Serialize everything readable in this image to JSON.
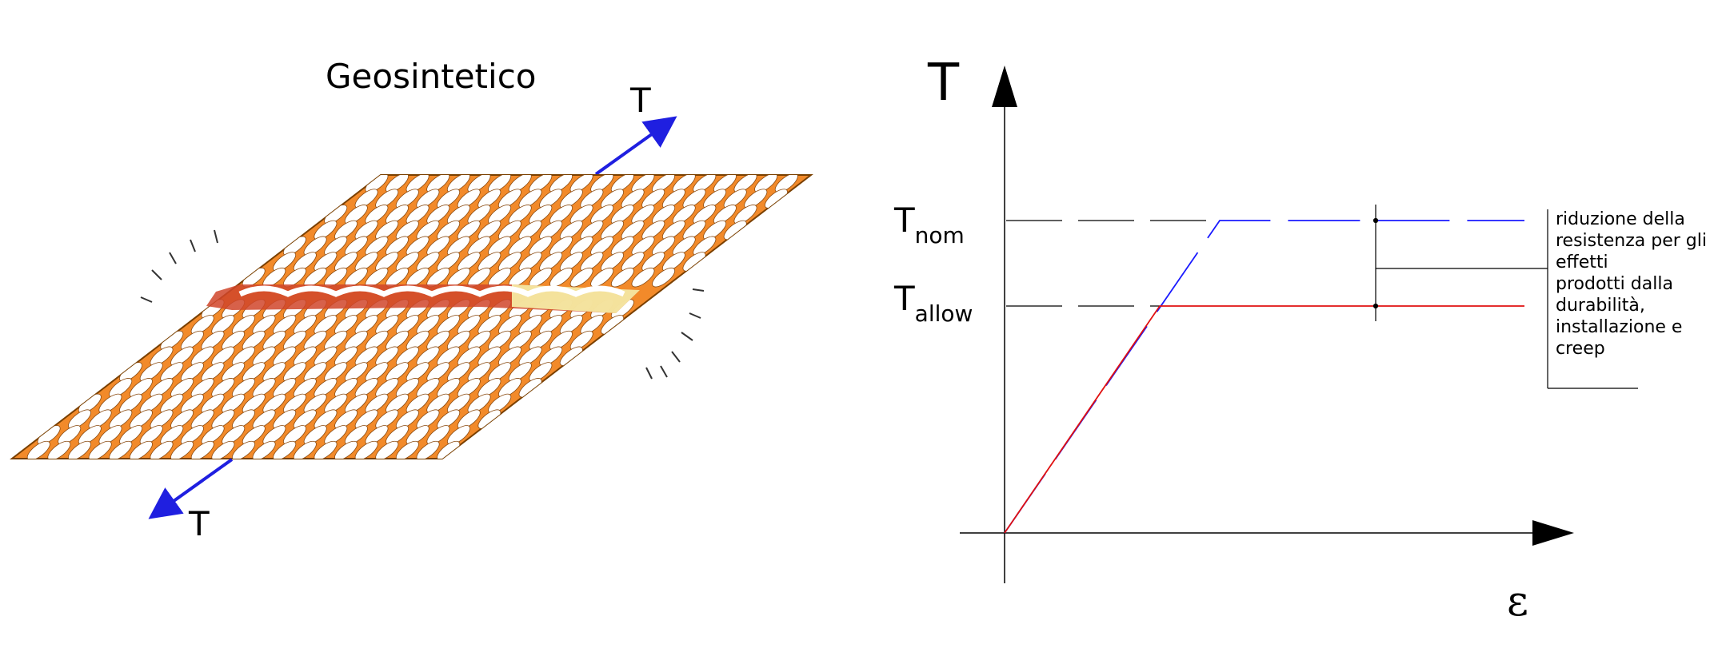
{
  "left_figure": {
    "title": "Geosintetico",
    "force_label_top": "T",
    "force_label_bottom": "T",
    "colors": {
      "sheet_fill": "#f28a2a",
      "sheet_stroke": "#7a4000",
      "hole_fill": "#ffffff",
      "tear_red": "#d0452a",
      "tear_yellow": "#f7f2a8",
      "arrow": "#1f1fe0"
    }
  },
  "chart_data": {
    "type": "line",
    "yaxis_label": "T",
    "xaxis_label": "ε",
    "levels": [
      {
        "name": "T_nom",
        "base": "T",
        "sub": "nom"
      },
      {
        "name": "T_allow",
        "base": "T",
        "sub": "allow"
      }
    ],
    "series": [
      {
        "name": "T_nom",
        "style": "dashed",
        "color": "#1a1aff"
      },
      {
        "name": "T_allow",
        "style": "solid",
        "color": "#e01010"
      }
    ],
    "annotation": [
      "riduzione della",
      "resistenza per gli",
      "effetti",
      "prodotti dalla",
      "durabilità,",
      "installazione e",
      "creep"
    ],
    "grid": false,
    "legend": "none"
  }
}
